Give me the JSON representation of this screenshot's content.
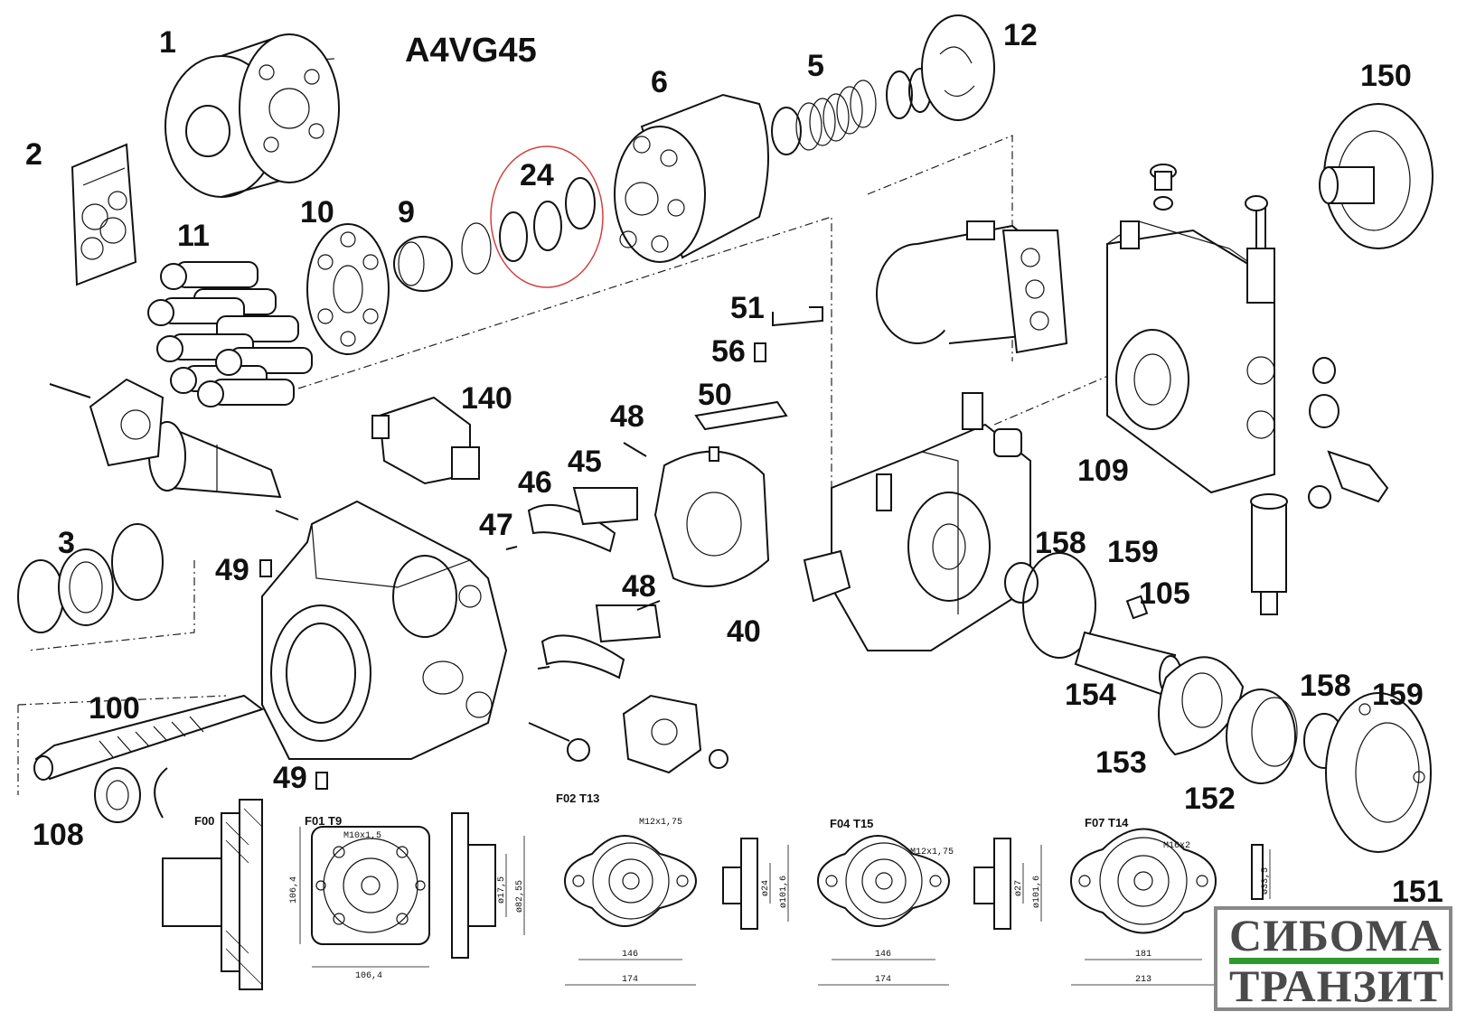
{
  "title": "A4VG45",
  "callouts": [
    "1",
    "2",
    "3",
    "5",
    "6",
    "9",
    "10",
    "11",
    "12",
    "24",
    "40",
    "45",
    "46",
    "47",
    "48",
    "48",
    "49",
    "49",
    "50",
    "51",
    "56",
    "100",
    "105",
    "108",
    "109",
    "140",
    "150",
    "151",
    "152",
    "153",
    "154",
    "158",
    "158",
    "159",
    "159"
  ],
  "flanges": {
    "F00": {
      "label": "F00"
    },
    "F01": {
      "label": "F01 T9",
      "thread": "M10x1,5",
      "dim_h": "106,4",
      "dim_w": "106,4",
      "dia1": "ø17,5",
      "dia2": "ø82,55"
    },
    "F02": {
      "label": "F02 T13",
      "thread": "M12x1,75",
      "dim_a": "146",
      "dim_b": "174",
      "dia1": "ø24",
      "dia2": "ø101,6"
    },
    "F04": {
      "label": "F04 T15",
      "thread": "M12x1,75",
      "dim_a": "146",
      "dim_b": "174",
      "dia1": "ø27",
      "dia2": "ø101,6"
    },
    "F07": {
      "label": "F07  T14",
      "thread": "M16x2",
      "dim_a": "181",
      "dim_b": "213",
      "dia1": "ø33,5"
    }
  },
  "logo": {
    "line1": "СИБОМА",
    "line2": "ТРАНЗИТ",
    "stripe_color": "#2e9a2e",
    "text_color": "#4a4a4a"
  },
  "highlight_color": "#d04040"
}
